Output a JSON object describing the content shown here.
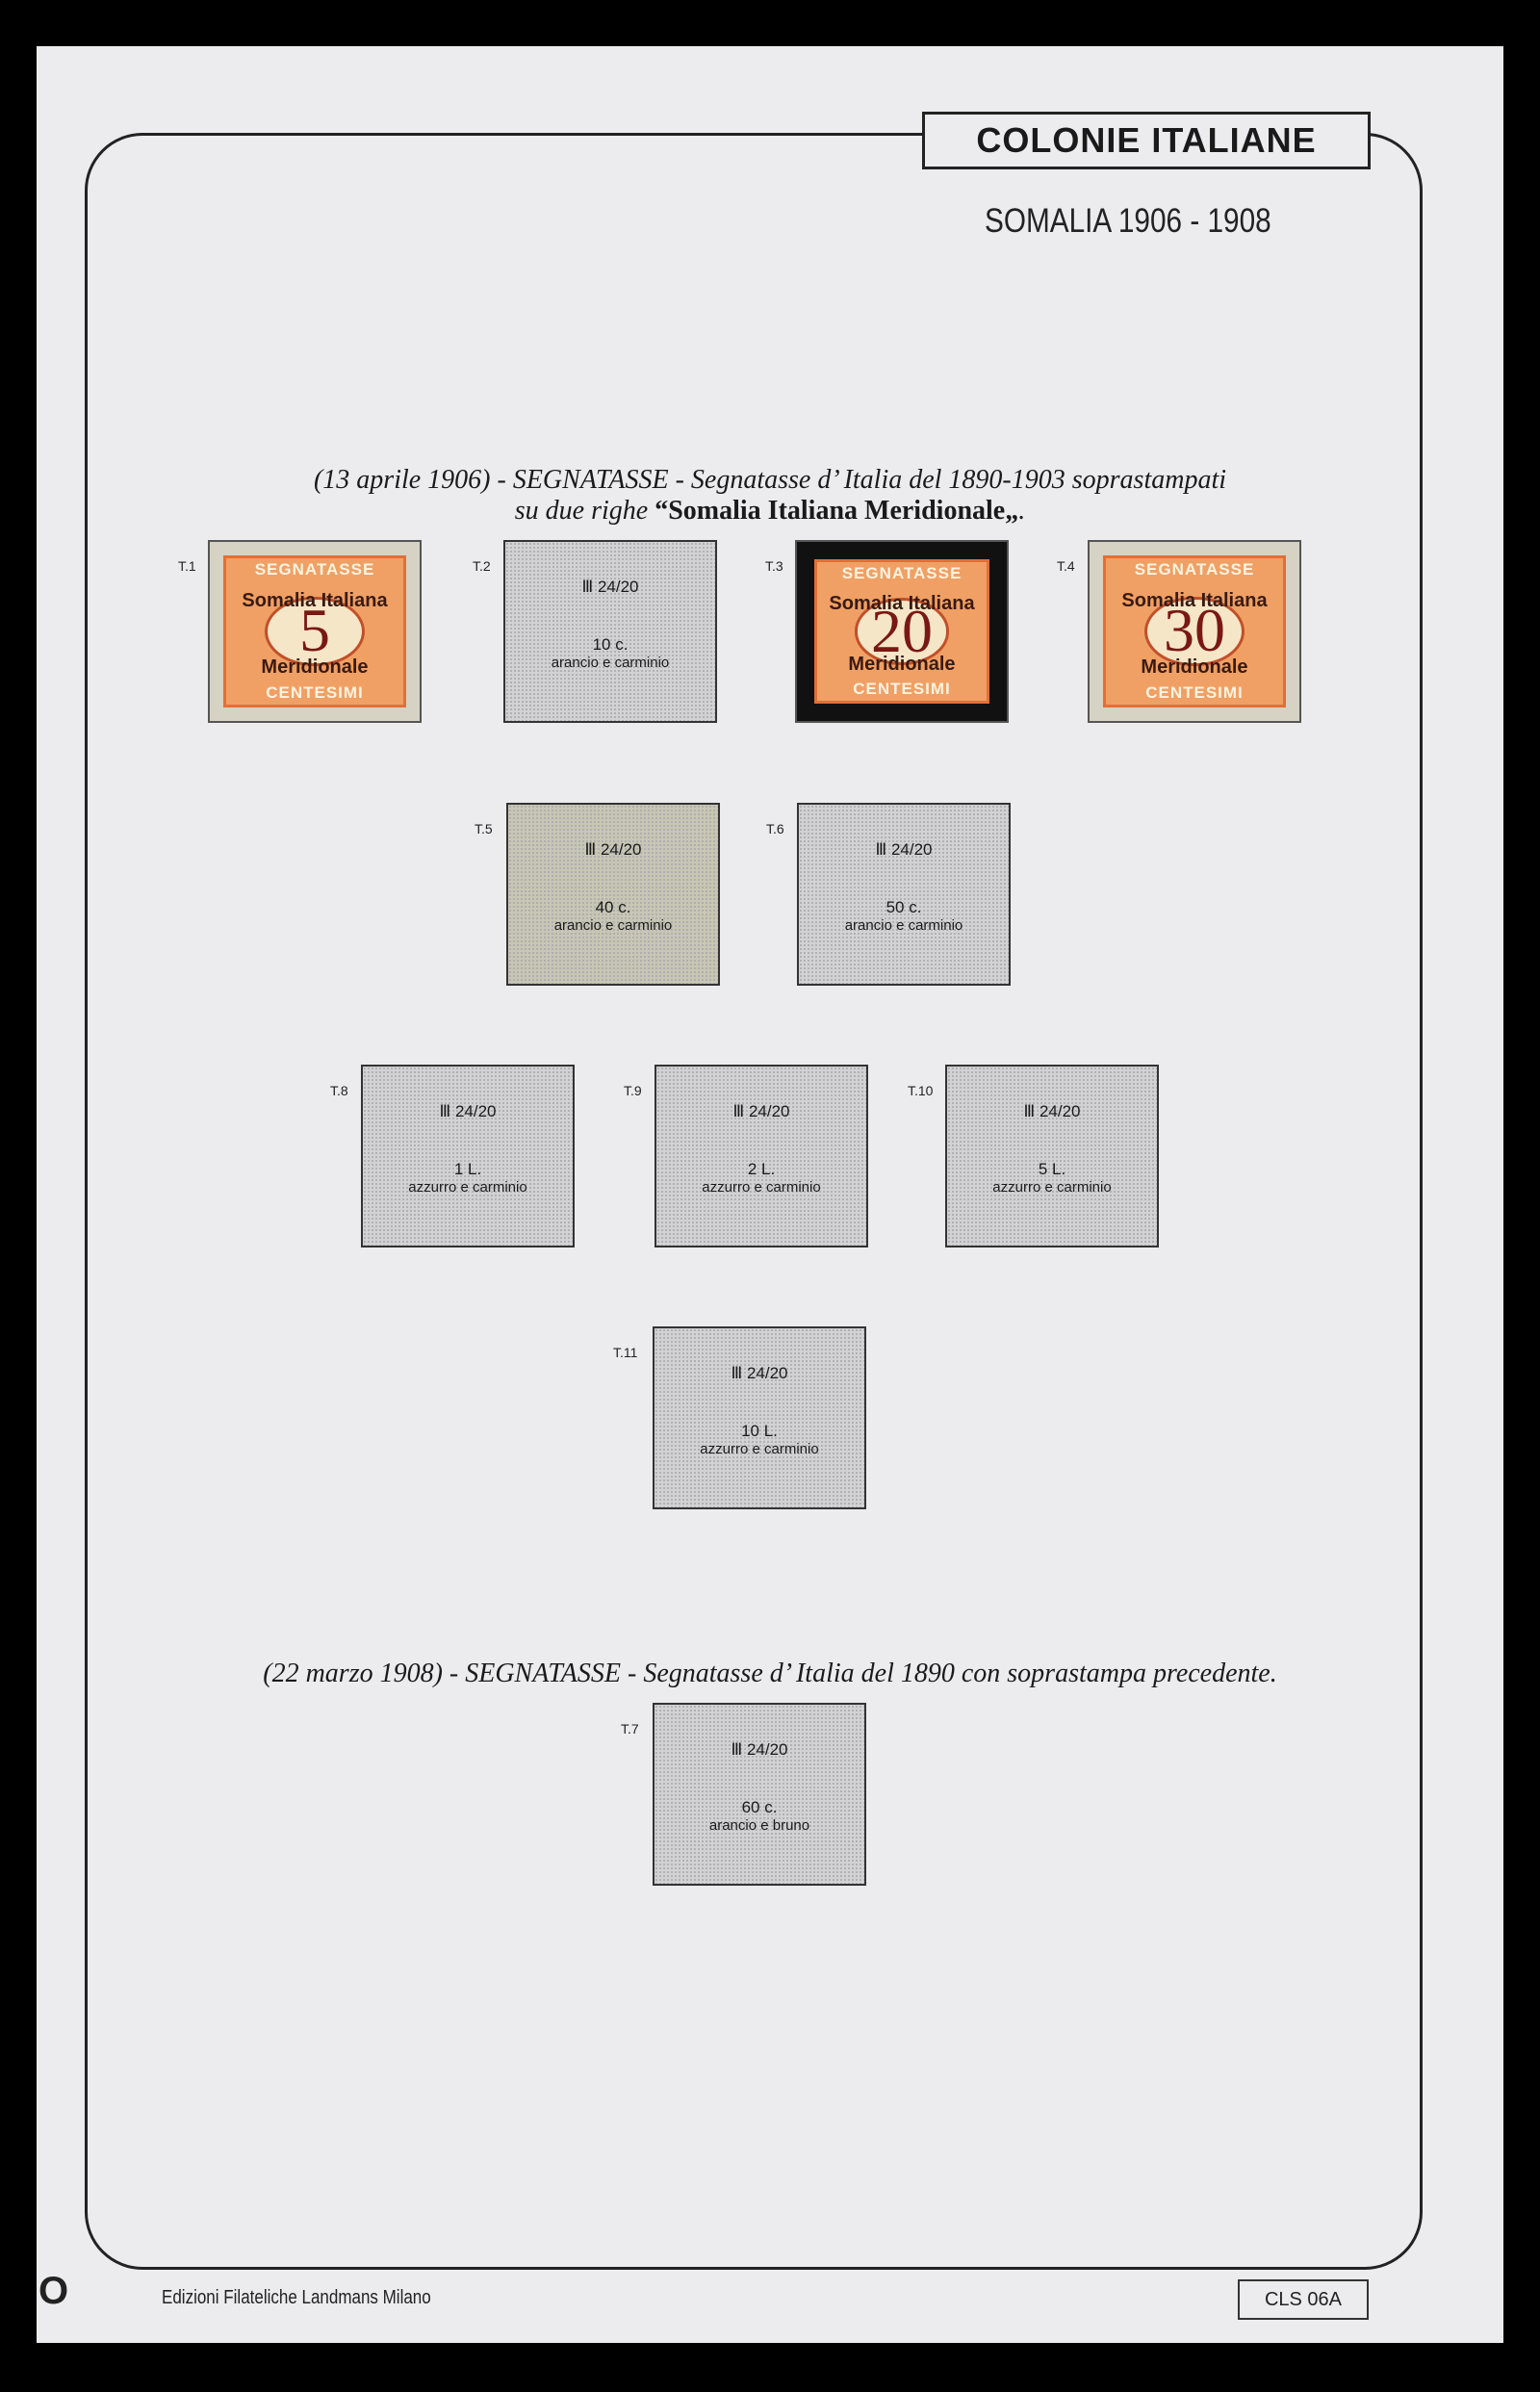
{
  "header": {
    "brand": "COLONIE ITALIANE",
    "subtitle": "SOMALIA 1906 - 1908"
  },
  "section1": {
    "title_line1": "(13 aprile 1906) - SEGNATASSE - Segnatasse d’ Italia del 1890-1903 soprastampati",
    "title_line2_prefix": "su due righe ",
    "title_line2_bold": "“Somalia Italiana Meridionale„",
    "title_line2_suffix": "."
  },
  "section2": {
    "title": "(22 marzo 1908) - SEGNATASSE - Segnatasse d’ Italia del 1890 con soprastampa precedente."
  },
  "stamps": {
    "t1": {
      "label": "T.1",
      "top": "SEGNATASSE",
      "num": "5",
      "ov1": "Somalia Italiana",
      "ov2": "Meridionale",
      "bot": "CENTESIMI"
    },
    "t2": {
      "label": "T.2",
      "cat": "Ⅲ 24/20",
      "den": "10 c.",
      "color": "arancio e carminio"
    },
    "t3": {
      "label": "T.3",
      "top": "SEGNATASSE",
      "num": "20",
      "ov1": "Somalia Italiana",
      "ov2": "Meridionale",
      "bot": "CENTESIMI"
    },
    "t4": {
      "label": "T.4",
      "top": "SEGNATASSE",
      "num": "30",
      "ov1": "Somalia Italiana",
      "ov2": "Meridionale",
      "bot": "CENTESIMI"
    },
    "t5": {
      "label": "T.5",
      "cat": "Ⅲ 24/20",
      "den": "40 c.",
      "color": "arancio e carminio"
    },
    "t6": {
      "label": "T.6",
      "cat": "Ⅲ 24/20",
      "den": "50 c.",
      "color": "arancio e carminio"
    },
    "t8": {
      "label": "T.8",
      "cat": "Ⅲ 24/20",
      "den": "1 L.",
      "color": "azzurro e carminio"
    },
    "t9": {
      "label": "T.9",
      "cat": "Ⅲ 24/20",
      "den": "2 L.",
      "color": "azzurro e carminio"
    },
    "t10": {
      "label": "T.10",
      "cat": "Ⅲ 24/20",
      "den": "5 L.",
      "color": "azzurro e carminio"
    },
    "t11": {
      "label": "T.11",
      "cat": "Ⅲ 24/20",
      "den": "10 L.",
      "color": "azzurro e carminio"
    },
    "t7": {
      "label": "T.7",
      "cat": "Ⅲ 24/20",
      "den": "60 c.",
      "color": "arancio e bruno"
    }
  },
  "footer": {
    "publisher": "Edizioni Filateliche Landmans Milano",
    "code": "CLS 06A",
    "logo": "O"
  }
}
